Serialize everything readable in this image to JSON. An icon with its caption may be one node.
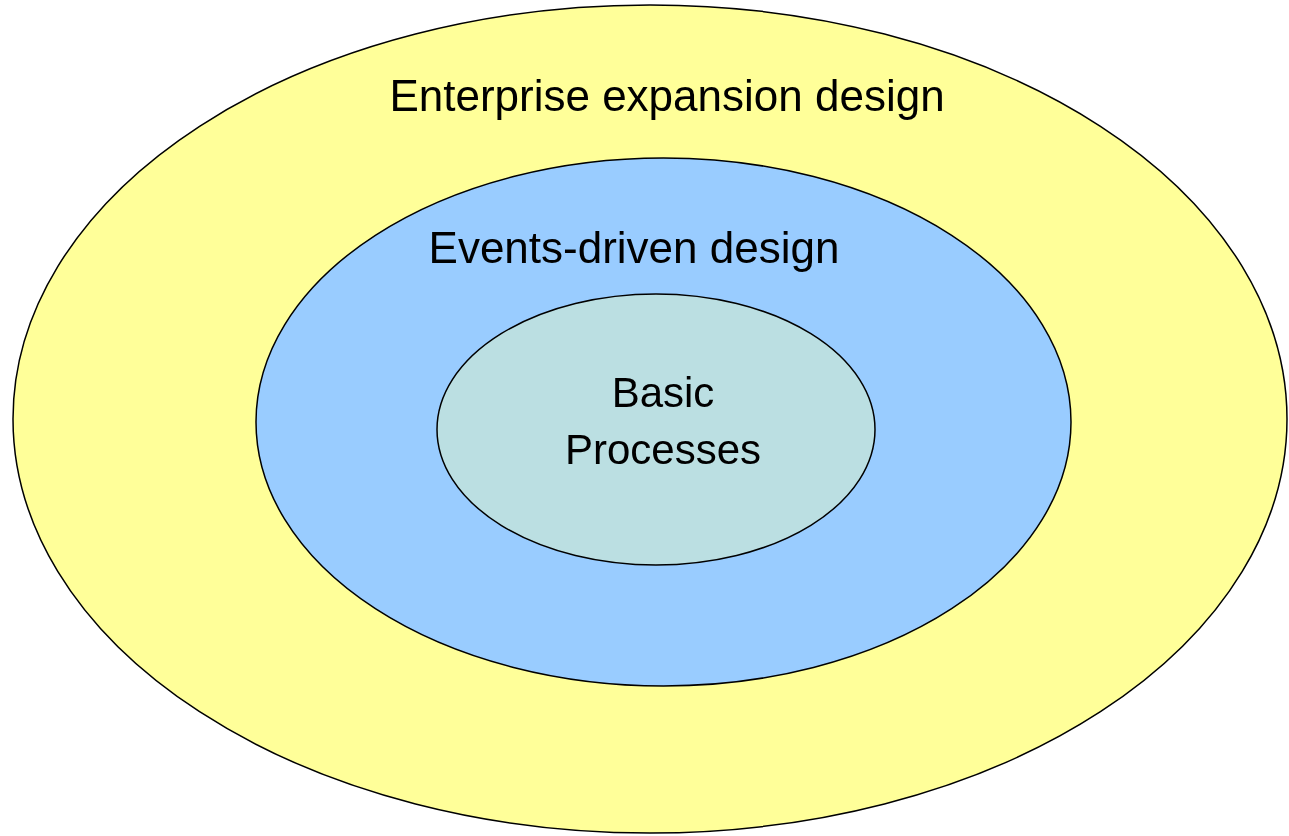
{
  "diagram": {
    "nodes": [
      {
        "text": [
          "Enterprise expansion design"
        ]
      },
      {
        "text": [
          "Events-driven design"
        ],
        "in": 0
      },
      {
        "text": [
          "Basic Processes"
        ],
        "in": 1
      }
    ]
  }
}
